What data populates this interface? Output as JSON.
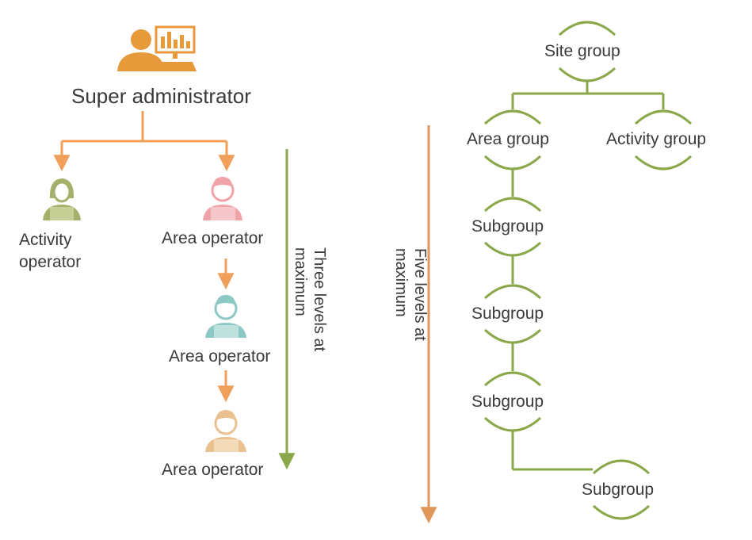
{
  "left_diagram": {
    "super_admin": "Super administrator",
    "activity_operator": [
      "Activity",
      "operator"
    ],
    "area_operator_1": "Area operator",
    "area_operator_2": "Area operator",
    "area_operator_3": "Area operator",
    "level_note": [
      "Three levels at",
      "maximum"
    ]
  },
  "right_diagram": {
    "site_group": "Site group",
    "area_group": "Area group",
    "activity_group": "Activity group",
    "subgroup_1": "Subgroup",
    "subgroup_2": "Subgroup",
    "subgroup_3": "Subgroup",
    "subgroup_4": "Subgroup",
    "level_note": [
      "Five levels at",
      "maximum"
    ]
  },
  "colors": {
    "orange_arrow": "#f0a05a",
    "green_line": "#8aa84a",
    "admin_icon": "#e69a3a",
    "activity_operator_icon": "#a3b16a",
    "area_operator_1_icon": "#f0a3a8",
    "area_operator_2_icon": "#8cc8c4",
    "area_operator_3_icon": "#ebc08f"
  },
  "icons": [
    "admin-with-chart-icon",
    "activity-operator-icon",
    "area-operator-icon"
  ]
}
